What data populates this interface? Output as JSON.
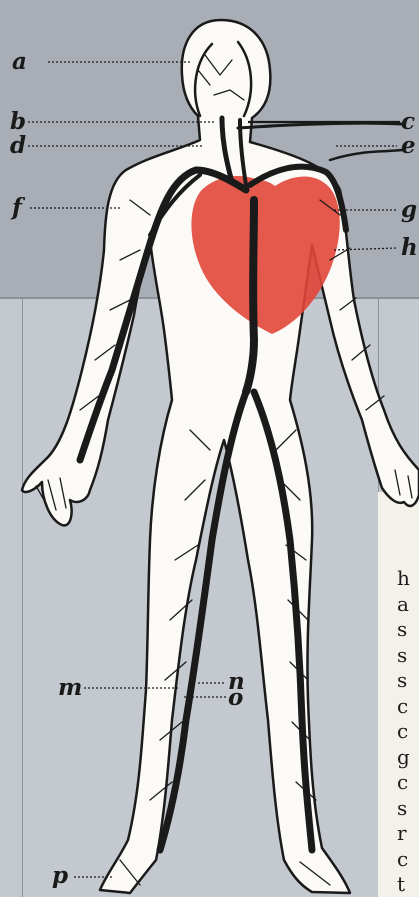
{
  "labels": {
    "a": "a",
    "b": "b",
    "d": "d",
    "f": "f",
    "c": "c",
    "e": "e",
    "g": "g",
    "h": "h",
    "m": "m",
    "n": "n",
    "o": "o",
    "p": "p"
  },
  "page_text_letters": [
    "h",
    "a",
    "s",
    "s",
    "s",
    "c",
    "c",
    "g",
    "c",
    "s",
    "r",
    "c",
    "t"
  ],
  "colors": {
    "background_top": "#a9adb6",
    "background_bottom": "#c4c8cf",
    "heart": "#e2463a",
    "body_fill": "#fbfaf6",
    "vessel": "#1a1a1a"
  }
}
